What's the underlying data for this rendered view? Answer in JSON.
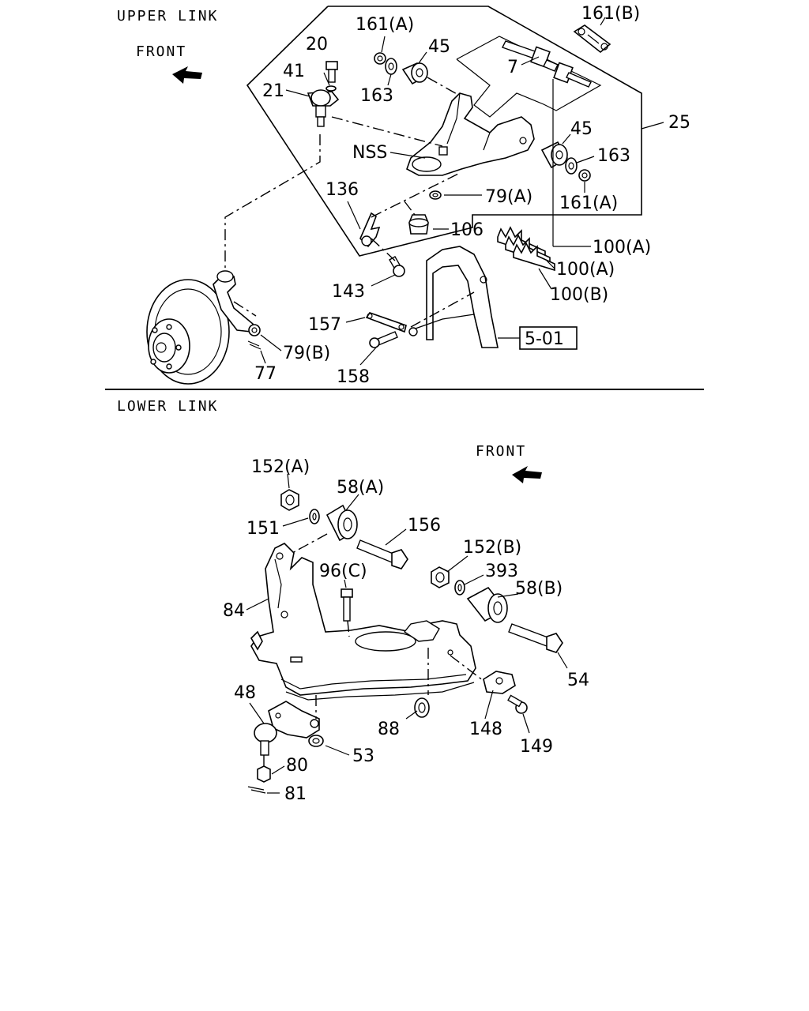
{
  "sections": {
    "upper": "UPPER LINK",
    "lower": "LOWER LINK"
  },
  "front_labels": {
    "upper": "FRONT",
    "lower": "FRONT"
  },
  "ref_box": "5-01",
  "upper_callouts": {
    "c161a_top": "161(A)",
    "c161b": "161(B)",
    "c20": "20",
    "c41": "41",
    "c21": "21",
    "c45_top": "45",
    "c163_top": "163",
    "c7": "7",
    "c25": "25",
    "c45_right": "45",
    "c163_right": "163",
    "c161a_right": "161(A)",
    "nss": "NSS",
    "c136": "136",
    "c79a": "79(A)",
    "c106": "106",
    "c100a_1": "100(A)",
    "c100a_2": "100(A)",
    "c100b": "100(B)",
    "c143": "143",
    "c157": "157",
    "c79b": "79(B)",
    "c77": "77",
    "c158": "158"
  },
  "lower_callouts": {
    "c152a": "152(A)",
    "c58a": "58(A)",
    "c151": "151",
    "c156": "156",
    "c152b": "152(B)",
    "c393": "393",
    "c58b": "58(B)",
    "c96c": "96(C)",
    "c84": "84",
    "c54": "54",
    "c48": "48",
    "c88": "88",
    "c148": "148",
    "c149": "149",
    "c80": "80",
    "c53": "53",
    "c81": "81"
  }
}
